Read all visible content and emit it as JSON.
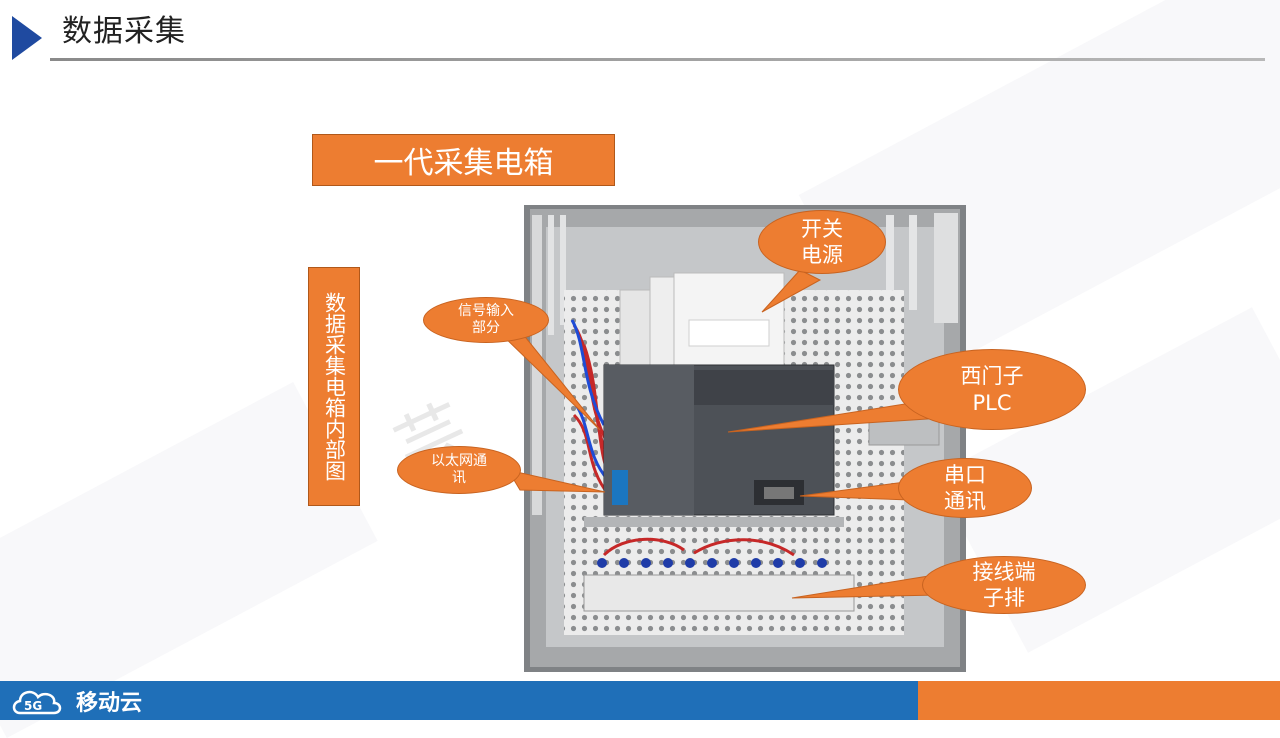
{
  "header": {
    "title": "数据采集"
  },
  "main": {
    "title_box": "一代采集电箱",
    "vertical_label": "数据采集电箱内部图"
  },
  "callouts": {
    "switch_power": "开关\n电源",
    "signal_input": "信号输入\n部分",
    "siemens_plc": "西门子\nPLC",
    "ethernet": "以太网通\n讯",
    "serial": "串口\n通讯",
    "terminal": "接线端\n子排"
  },
  "footer": {
    "brand": "移动云",
    "logo_badge": "5G"
  },
  "colors": {
    "accent_orange": "#ed7d31",
    "brand_blue": "#1f6fb8",
    "header_arrow": "#1f4aa0"
  }
}
